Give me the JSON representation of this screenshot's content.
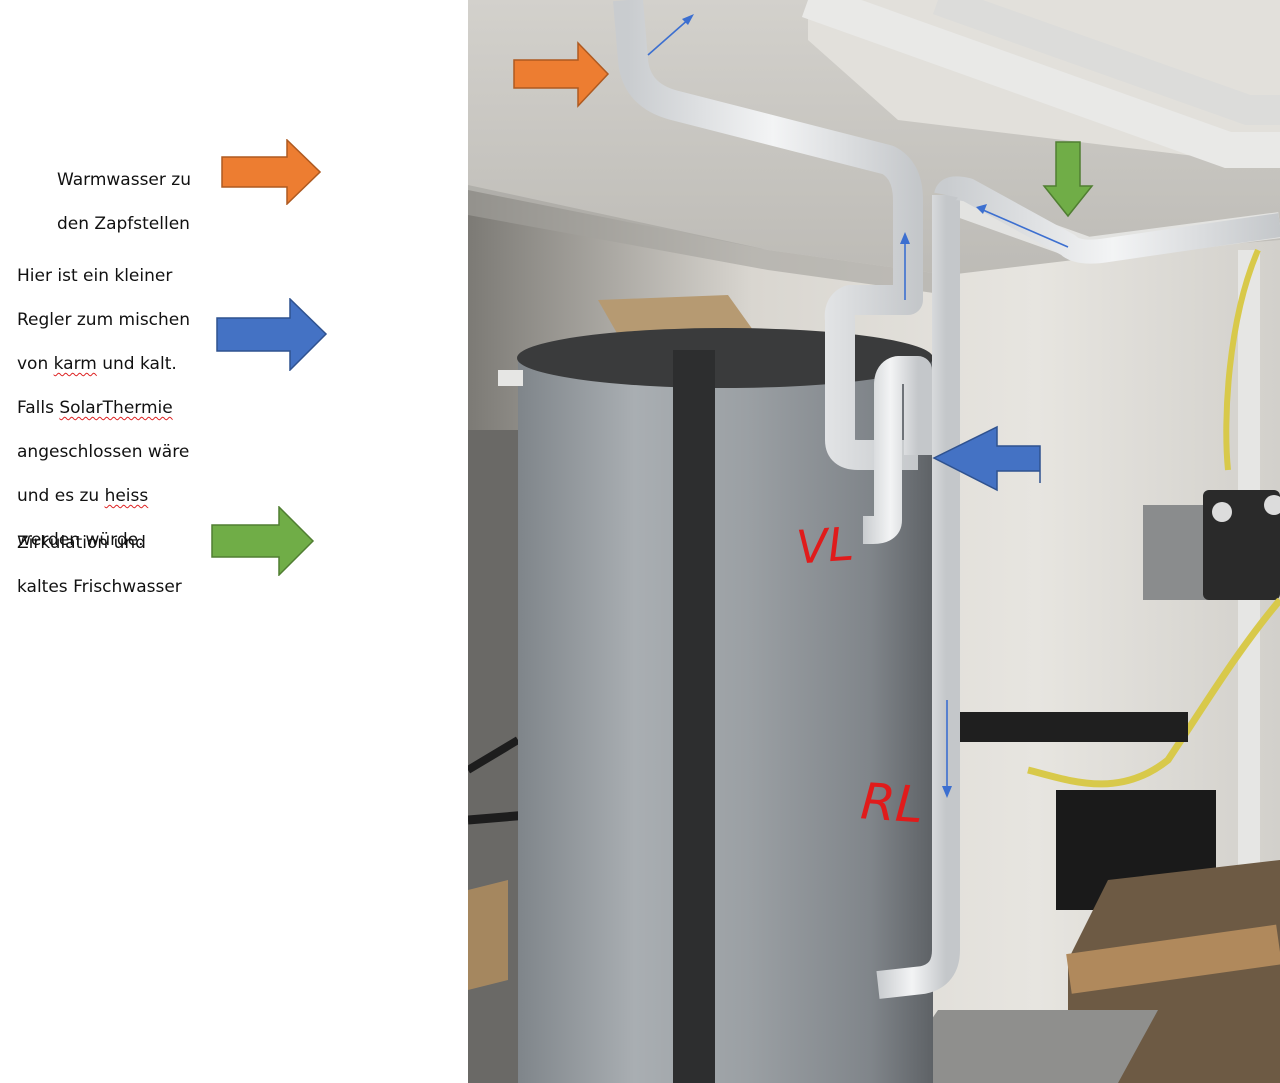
{
  "colors": {
    "orange_arrow": "#ED7D31",
    "blue_arrow": "#4472C4",
    "green_arrow": "#70AD47",
    "annotation_red": "#e01b1b",
    "flow_arrow_blue": "#3c6fd0"
  },
  "notes": {
    "warm": {
      "line1": "Warmwasser zu",
      "line2": "den Zapfstellen",
      "arrow_color": "orange"
    },
    "mix": {
      "l1": "Hier ist ein kleiner",
      "l2": "Regler zum mischen",
      "l3a": "von ",
      "l3b": "karm",
      "l3c": " und kalt.",
      "l4a": "Falls ",
      "l4b": "SolarThermie",
      "l5": "angeschlossen wäre",
      "l6a": "und es zu ",
      "l6b": "heiss",
      "l7": "werden würde.",
      "arrow_color": "blue"
    },
    "circ": {
      "line1": "Zirkulation und",
      "line2": "kaltes Frischwasser",
      "arrow_color": "green"
    }
  },
  "photo": {
    "labels": {
      "vl": "VL",
      "rl": "RL"
    },
    "overlay_arrows": [
      "orange",
      "green",
      "blue"
    ],
    "flow_arrows": [
      "up-right",
      "up",
      "left",
      "down"
    ]
  }
}
